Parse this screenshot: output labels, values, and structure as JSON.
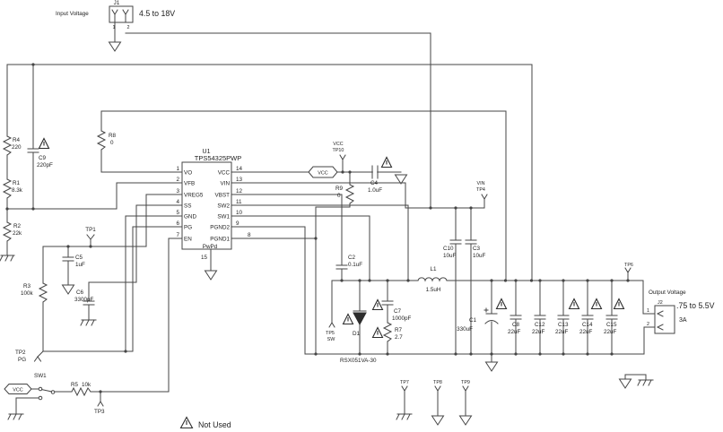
{
  "j1": {
    "ref": "J1",
    "label": "Input Voltage",
    "range": "4.5 to 18V",
    "pin1": "1",
    "pin2": "2"
  },
  "j2": {
    "ref": "J2",
    "label": "Output Voltage",
    "range": ".75 to 5.5V",
    "amps": "3A",
    "pin1": "1",
    "pin2": "2"
  },
  "u1": {
    "ref": "U1",
    "part": "TPS54325PWP",
    "pad": "PwPd",
    "pad_pin": "15",
    "left": [
      {
        "n": "1",
        "name": "VO"
      },
      {
        "n": "2",
        "name": "VFB"
      },
      {
        "n": "3",
        "name": "VREG5"
      },
      {
        "n": "4",
        "name": "SS"
      },
      {
        "n": "5",
        "name": "GND"
      },
      {
        "n": "6",
        "name": "PG"
      },
      {
        "n": "7",
        "name": "EN"
      }
    ],
    "right": [
      {
        "n": "14",
        "name": "VCC"
      },
      {
        "n": "13",
        "name": "VIN"
      },
      {
        "n": "12",
        "name": "VBST"
      },
      {
        "n": "11",
        "name": "SW2"
      },
      {
        "n": "10",
        "name": "SW1"
      },
      {
        "n": "9",
        "name": "PGND2"
      },
      {
        "n": "8",
        "name": "PGND1"
      }
    ]
  },
  "components": {
    "r1": {
      "ref": "R1",
      "val": "8.3k"
    },
    "r2": {
      "ref": "R2",
      "val": "22k"
    },
    "r3": {
      "ref": "R3",
      "val": "100k"
    },
    "r4": {
      "ref": "R4",
      "val": "220"
    },
    "r5": {
      "ref": "R5",
      "val": "10k"
    },
    "r7": {
      "ref": "R7",
      "val": "2.7"
    },
    "r8": {
      "ref": "R8",
      "val": "0"
    },
    "r9": {
      "ref": "R9",
      "val": "0"
    },
    "c1": {
      "ref": "C1",
      "val": "330uF"
    },
    "c2": {
      "ref": "C2",
      "val": "0.1uF"
    },
    "c3": {
      "ref": "C3",
      "val": "10uF"
    },
    "c4": {
      "ref": "C4",
      "val": "1.0uF"
    },
    "c5": {
      "ref": "C5",
      "val": "1uF"
    },
    "c6": {
      "ref": "C6",
      "val": "3300pF"
    },
    "c7": {
      "ref": "C7",
      "val": "1000pF"
    },
    "c8": {
      "ref": "C8",
      "val": "22uF"
    },
    "c9": {
      "ref": "C9",
      "val": "220pF"
    },
    "c10": {
      "ref": "C10",
      "val": "10uF"
    },
    "c12": {
      "ref": "C12",
      "val": "22uF"
    },
    "c13": {
      "ref": "C13",
      "val": "22uF"
    },
    "c14": {
      "ref": "C14",
      "val": "22uF"
    },
    "c15": {
      "ref": "C15",
      "val": "22uF"
    },
    "l1": {
      "ref": "L1",
      "val": "1.5uH"
    },
    "d1": {
      "ref": "D1",
      "part": "RSX051VA-30"
    },
    "sw1": {
      "ref": "SW1"
    }
  },
  "testpoints": {
    "tp1": "TP1",
    "tp2": "TP2",
    "tp2_net": "PG",
    "tp3": "TP3",
    "tp4": "TP4",
    "tp4_net": "VIN",
    "tp5": "TP5",
    "tp5_net": "SW",
    "tp6": "TP6",
    "tp7": "TP7",
    "tp8": "TP8",
    "tp9": "TP9",
    "tp10": "TP10",
    "tp10_net": "VCC"
  },
  "nets": {
    "vcc": "VCC"
  },
  "legend": {
    "not_used": "Not Used"
  }
}
